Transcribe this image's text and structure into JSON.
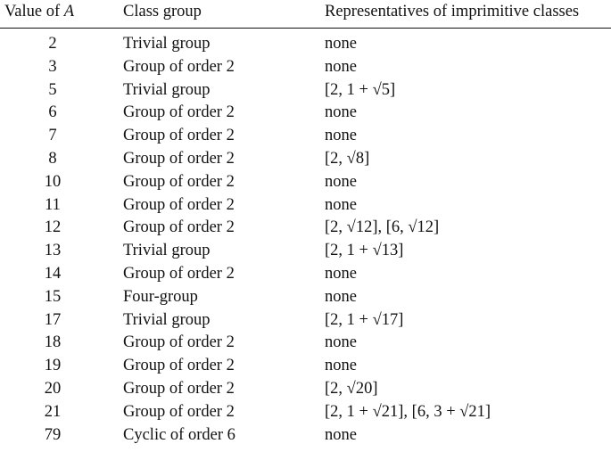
{
  "table": {
    "headers": {
      "col1_prefix": "Value of ",
      "col1_var": "A",
      "col2": "Class group",
      "col3": "Representatives of imprimitive classes"
    },
    "rows": [
      {
        "a": "2",
        "group": "Trivial group",
        "reps": "none"
      },
      {
        "a": "3",
        "group": "Group of order 2",
        "reps": "none"
      },
      {
        "a": "5",
        "group": "Trivial group",
        "reps": "[2, 1 + √5]"
      },
      {
        "a": "6",
        "group": "Group of order 2",
        "reps": "none"
      },
      {
        "a": "7",
        "group": "Group of order 2",
        "reps": "none"
      },
      {
        "a": "8",
        "group": "Group of order 2",
        "reps": "[2, √8]"
      },
      {
        "a": "10",
        "group": "Group of order 2",
        "reps": "none"
      },
      {
        "a": "11",
        "group": "Group of order 2",
        "reps": "none"
      },
      {
        "a": "12",
        "group": "Group of order 2",
        "reps": "[2, √12], [6, √12]"
      },
      {
        "a": "13",
        "group": "Trivial group",
        "reps": "[2, 1 + √13]"
      },
      {
        "a": "14",
        "group": "Group of order 2",
        "reps": "none"
      },
      {
        "a": "15",
        "group": "Four-group",
        "reps": "none"
      },
      {
        "a": "17",
        "group": "Trivial group",
        "reps": "[2, 1 + √17]"
      },
      {
        "a": "18",
        "group": "Group of order 2",
        "reps": "none"
      },
      {
        "a": "19",
        "group": "Group of order 2",
        "reps": "none"
      },
      {
        "a": "20",
        "group": "Group of order 2",
        "reps": "[2, √20]"
      },
      {
        "a": "21",
        "group": "Group of order 2",
        "reps": "[2, 1 + √21], [6, 3 + √21]"
      },
      {
        "a": "79",
        "group": "Cyclic of order 6",
        "reps": "none"
      }
    ]
  }
}
